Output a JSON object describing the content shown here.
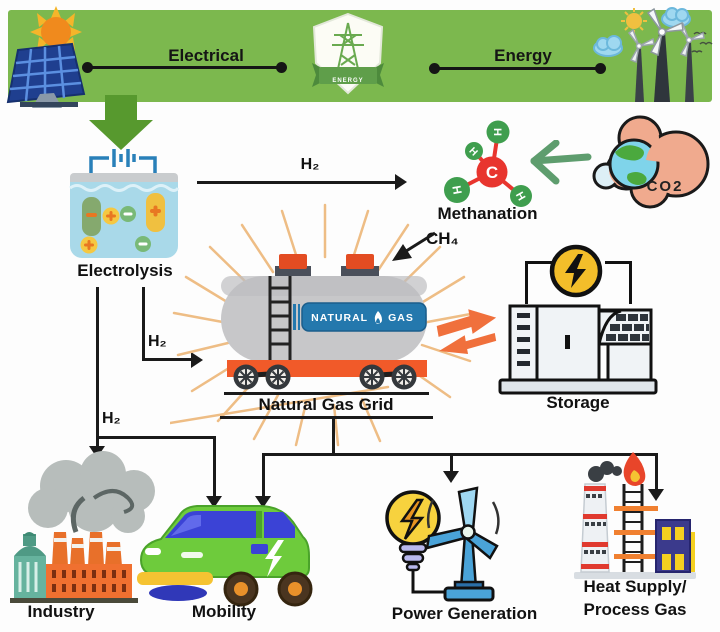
{
  "banner": {
    "electrical_label": "Electrical",
    "energy_label": "Energy",
    "badge_label": "ENERGY"
  },
  "flows": {
    "h2_to_methanation": "H₂",
    "h2_to_grid": "H₂",
    "h2_to_industry": "H₂",
    "ch4": "CH₄",
    "co2": "CO2"
  },
  "molecule": {
    "carbon": "C",
    "hydrogen": "H"
  },
  "tank": {
    "label_left": "NATURAL",
    "label_right": "GAS"
  },
  "nodes": {
    "electrolysis": "Electrolysis",
    "methanation": "Methanation",
    "natural_gas_grid": "Natural Gas Grid",
    "storage": "Storage",
    "industry": "Industry",
    "mobility": "Mobility",
    "power_generation": "Power Generation",
    "heat_supply_line1": "Heat Supply/",
    "heat_supply_line2": "Process Gas"
  },
  "colors": {
    "banner_green": "#7cb84e",
    "process_arrow_green": "#57992e",
    "gas_banner_blue": "#2478ad",
    "chassis_orange": "#f15a29",
    "storage_bolt_yellow": "#f3be2a",
    "co2_cloud_salmon": "#f0aa8e",
    "carbon_red": "#e8352e",
    "hydrogen_green": "#3f9e4e",
    "ray_orange": "#eebd85",
    "line_black": "#1a1a1a"
  }
}
